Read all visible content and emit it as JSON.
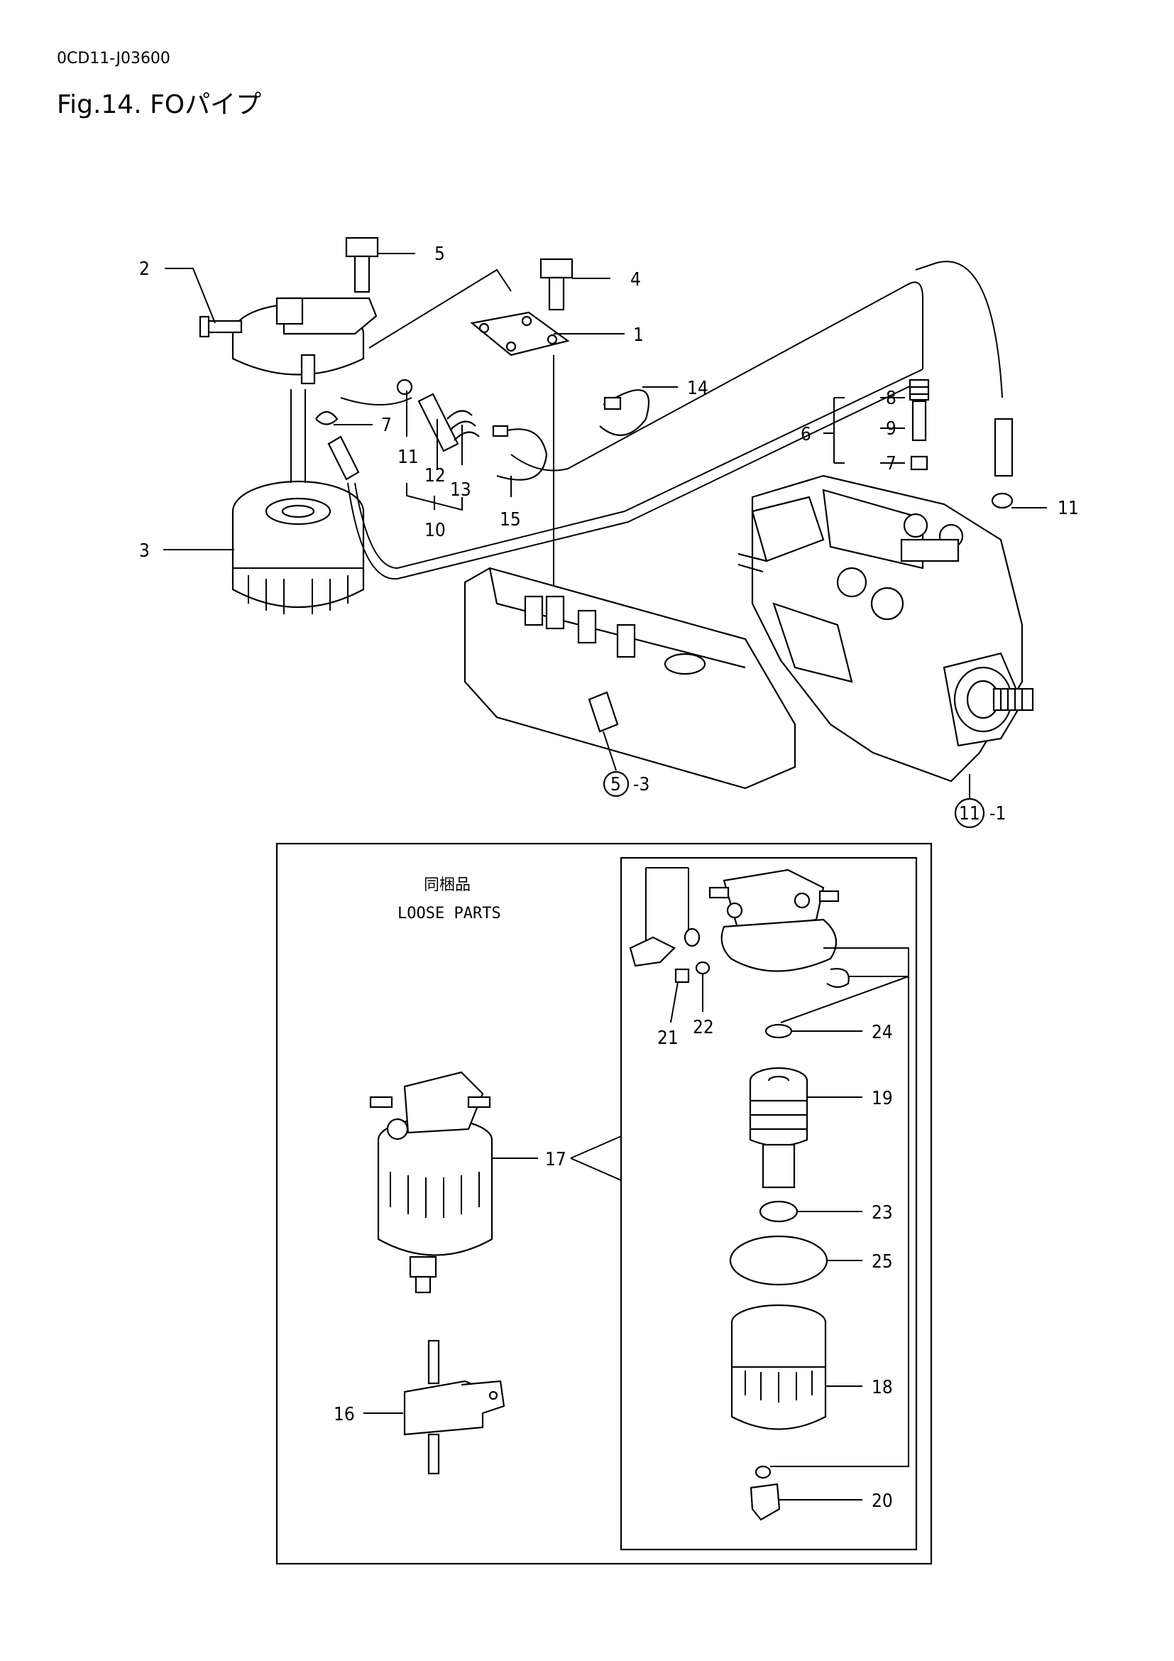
{
  "document": {
    "code": "0CD11-J03600",
    "figure_title": "Fig.14.  FOパイプ"
  },
  "callouts": {
    "c1": "1",
    "c2": "2",
    "c3": "3",
    "c4": "4",
    "c5": "5",
    "c6": "6",
    "c7a": "7",
    "c7b": "7",
    "c8": "8",
    "c9": "9",
    "c10": "10",
    "c11a": "11",
    "c11b": "11",
    "c12": "12",
    "c13": "13",
    "c14": "14",
    "c15": "15",
    "c16": "16",
    "c17": "17",
    "c18": "18",
    "c19": "19",
    "c20": "20",
    "c21": "21",
    "c22": "22",
    "c23": "23",
    "c24": "24",
    "c25": "25"
  },
  "references": {
    "ref_5_num": "5",
    "ref_5_suffix": "-3",
    "ref_11_num": "11",
    "ref_11_suffix": "-1"
  },
  "loose_parts": {
    "label_jp": "同梱品",
    "label_en": "LOOSE PARTS"
  }
}
